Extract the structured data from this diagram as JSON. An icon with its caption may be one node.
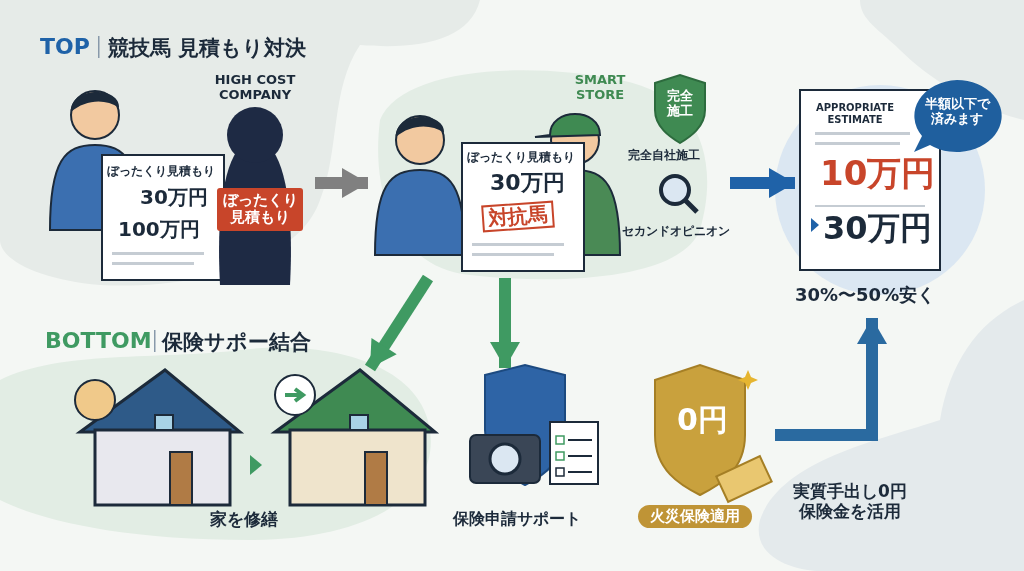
{
  "diagram": {
    "nodes": [
      {
        "text": [
          "HIGH COST COMPANY",
          "ぼったくり見積もり",
          "30万円",
          "100万円",
          "ぼったくり見積もり"
        ]
      },
      {
        "text": [
          "SMART STORE",
          "ぼったくり見積もり",
          "30万円",
          "対抗馬",
          "完全施工",
          "完全自社施工",
          "セカンドオピニオン"
        ]
      },
      {
        "text": [
          "APPROPRIATE ESTIMATE",
          "10万円",
          "30万円"
        ],
        "beside": [
          "30%〜50%安く"
        ]
      },
      {
        "text": [
          "半額以下で済みます"
        ]
      },
      {
        "text": [
          "家を修繕"
        ]
      },
      {
        "text": [
          "保険申請サポート"
        ]
      },
      {
        "text": [
          "0円",
          "火災保険適用"
        ]
      },
      {
        "text": [
          "実質手出し0円保険金を活用"
        ]
      }
    ],
    "edges": [
      {
        "from": 0,
        "to": 1,
        "arrow": "to",
        "color": "#808080"
      },
      {
        "from": 1,
        "to": 2,
        "arrow": "to",
        "color": "#1f62a8"
      },
      {
        "from": 1,
        "to": 4,
        "arrow": "to",
        "color": "#3f9a62"
      },
      {
        "from": 1,
        "to": 5,
        "arrow": "to",
        "color": "#3f9a62"
      },
      {
        "from": 6,
        "to": 2,
        "arrow": "to",
        "color": "#2a6aa0"
      }
    ],
    "labels": [
      "TOP",
      "競技馬 見積もり対決",
      "BOTTOM",
      "保険サポー結合"
    ]
  }
}
